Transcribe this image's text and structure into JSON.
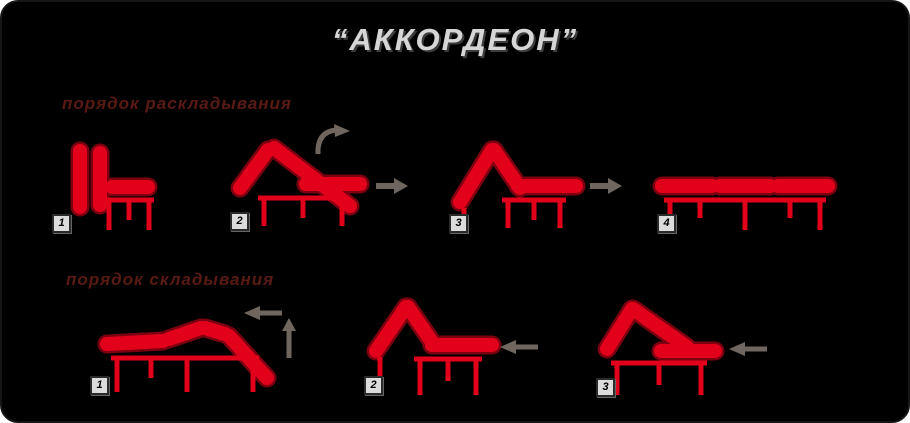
{
  "title": "“АККОРДЕОН”",
  "sections": {
    "unfold": {
      "label": "порядок раскладывания",
      "steps": [
        "1",
        "2",
        "3",
        "4"
      ]
    },
    "fold": {
      "label": "порядок складывания",
      "steps": [
        "1",
        "2",
        "3"
      ]
    }
  },
  "icons": {
    "arrow_right": "➜",
    "arrow_left": "⬅",
    "arrow_up": "⬆",
    "arrow_rotate": "⤴"
  },
  "colors": {
    "background": "#000000",
    "sofa_red": "#e2001a",
    "sofa_outline": "#7d0010",
    "arrow_gray": "#6f675f",
    "title_gray": "#d6d6d6",
    "label_maroon": "#5a1a14"
  }
}
